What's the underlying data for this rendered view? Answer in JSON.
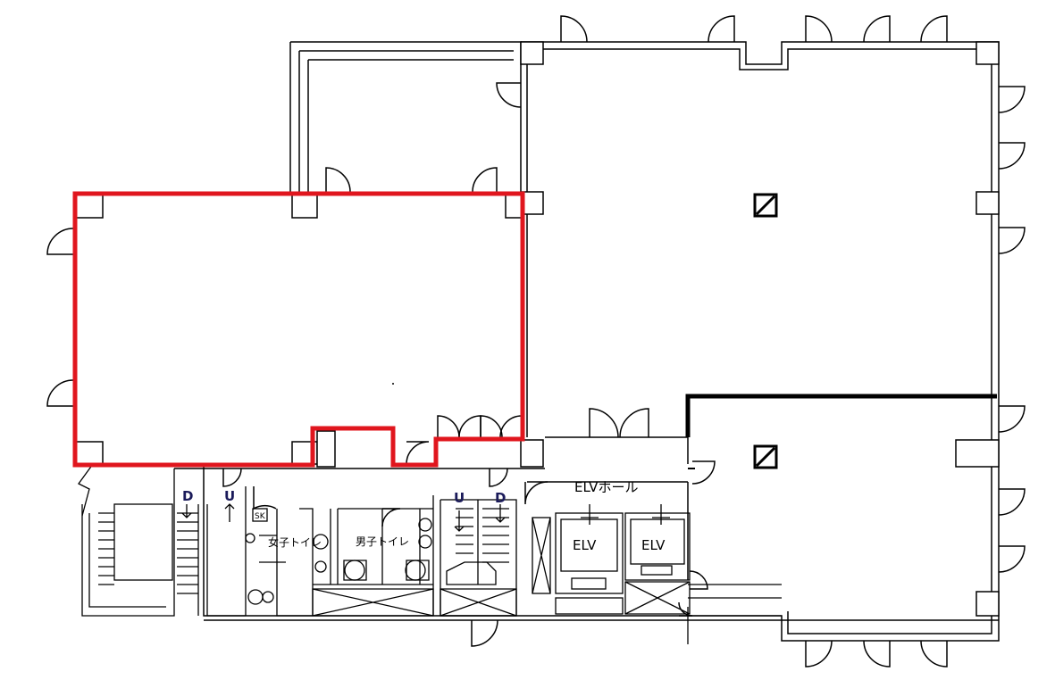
{
  "labels": {
    "elv_hall": "ELVホール",
    "elv_1": "ELV",
    "elv_2": "ELV",
    "womens_toilet": "女子トイレ",
    "mens_toilet": "男子トイレ",
    "sk": "SK",
    "stair_left_down": "D",
    "stair_left_up": "U",
    "stair_right_up": "U",
    "stair_right_down": "D"
  },
  "colors": {
    "wall": "#000000",
    "highlight": "#e0161e",
    "background": "#ffffff"
  },
  "icons": {
    "shaft": "diagonal-box-icon",
    "door": "door-swing-icon"
  }
}
